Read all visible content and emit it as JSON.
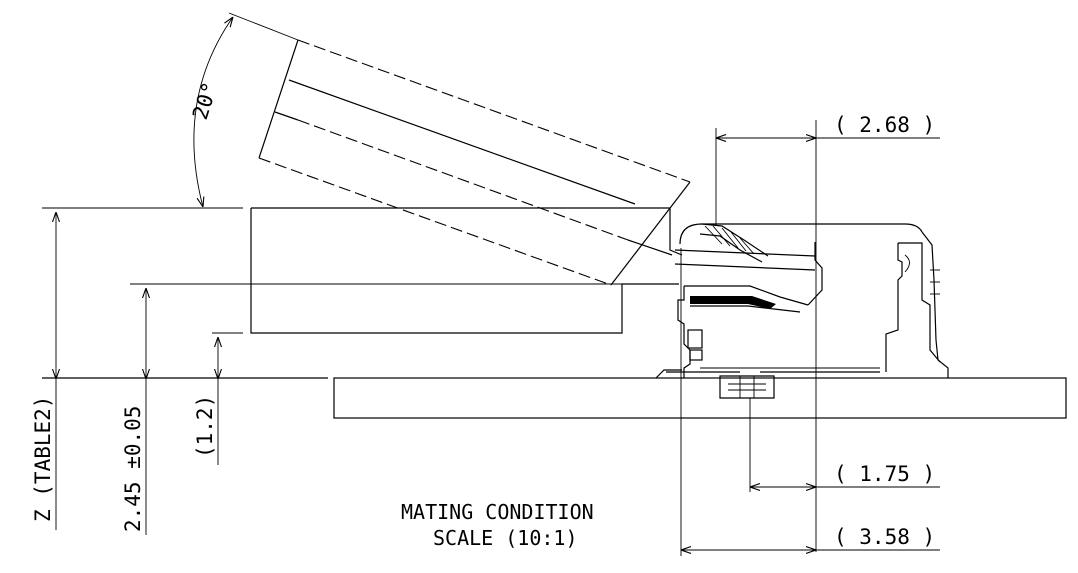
{
  "dimensions": {
    "angle": "20°",
    "width_top": "( 2.68 )",
    "width_mid": "( 1.75 )",
    "width_bottom": "( 3.58 )",
    "height_z": "Z (TABLE2)",
    "height_mated": "2.45 ±0.05",
    "height_fpc": "(1.2)"
  },
  "caption": {
    "line1": "MATING CONDITION",
    "line2": "SCALE (10:1)"
  }
}
